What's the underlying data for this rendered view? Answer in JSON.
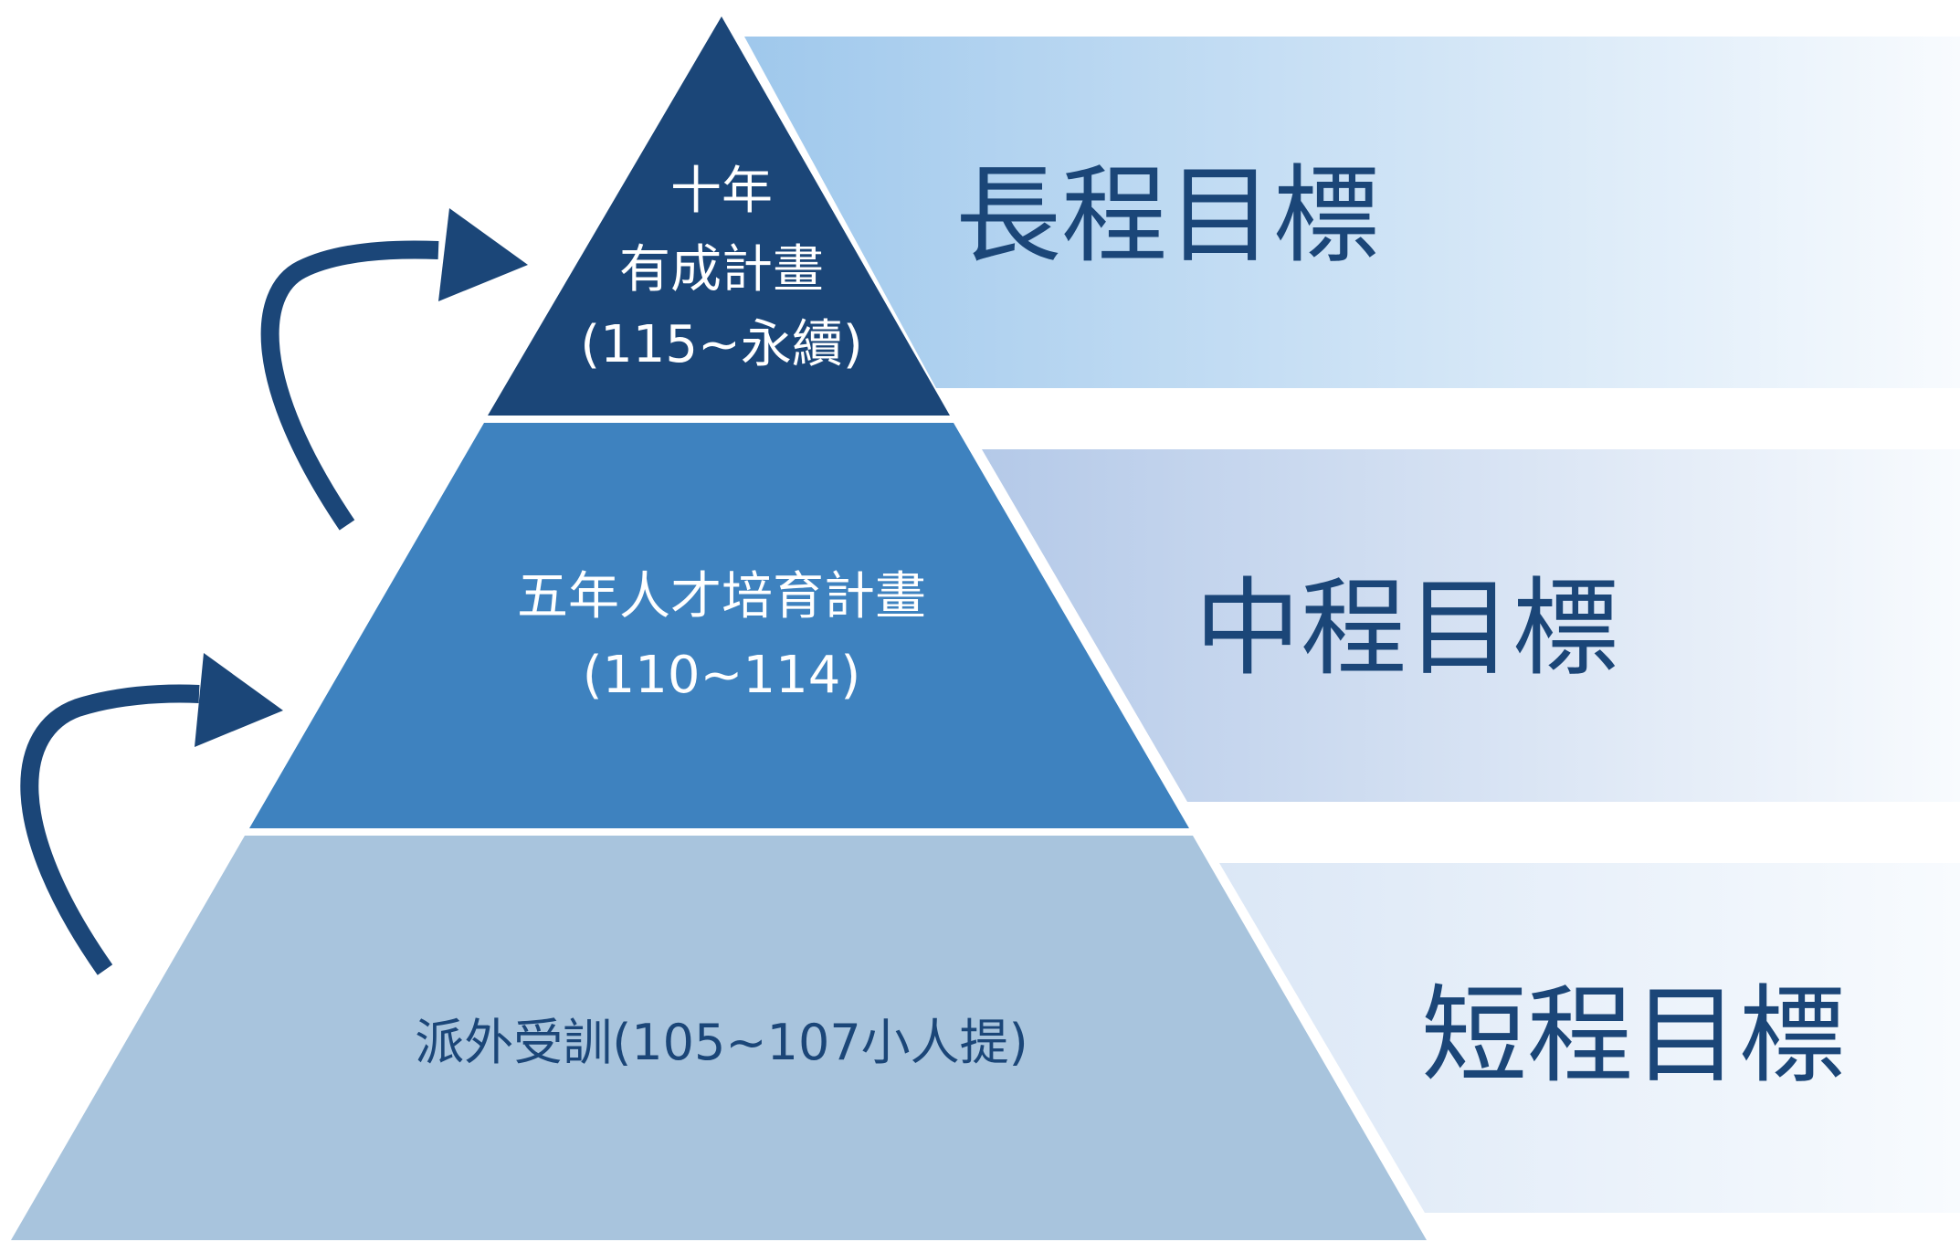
{
  "tiers": {
    "top": {
      "line1": "十年",
      "line2": "有成計畫",
      "line3": "(115~永續)",
      "color": "#1b4678"
    },
    "middle": {
      "line1": "五年人才培育計畫",
      "line2": "(110~114)",
      "color": "#3e82bf"
    },
    "bottom": {
      "line1": "派外受訓(105~107小人提)",
      "color": "#a8c4dd"
    }
  },
  "goals": {
    "long": "長程目標",
    "mid": "中程目標",
    "short": "短程目標"
  },
  "colors": {
    "text_dark": "#1b4678",
    "text_light": "#ffffff",
    "arrow": "#1b4678",
    "band_long_start": "#9fc8ec",
    "band_mid_start": "#b4c9e8",
    "band_short_start": "#dbe7f6",
    "band_end": "#f8fbfe"
  }
}
